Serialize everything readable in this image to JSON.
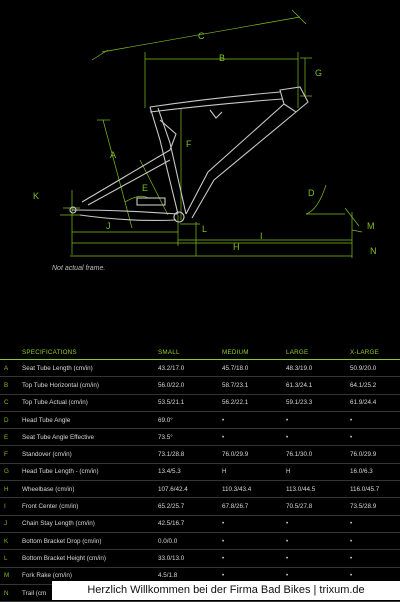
{
  "diagram": {
    "labels": {
      "a": "A",
      "b": "B",
      "c": "C",
      "d": "D",
      "e": "E",
      "f": "F",
      "g": "G",
      "h": "H",
      "i": "I",
      "j": "J",
      "k": "K",
      "l": "L",
      "m": "M",
      "n": "N"
    },
    "note": "Not actual frame.",
    "accent_color": "#7ec01f",
    "frame_color": "#c8c8c8"
  },
  "table": {
    "headers": [
      "SPECIFICATIONS",
      "SMALL",
      "MEDIUM",
      "LARGE",
      "X-LARGE"
    ],
    "rows": [
      {
        "key": "A",
        "name": "Seat Tube Length (cm/in)",
        "values": [
          "43.2/17.0",
          "45.7/18.0",
          "48.3/19.0",
          "50.9/20.0"
        ]
      },
      {
        "key": "B",
        "name": "Top Tube Horizontal (cm/in)",
        "values": [
          "56.0/22.0",
          "58.7/23.1",
          "61.3/24.1",
          "64.1/25.2"
        ]
      },
      {
        "key": "C",
        "name": "Top Tube Actual (cm/in)",
        "values": [
          "53.5/21.1",
          "56.2/22.1",
          "59.1/23.3",
          "61.9/24.4"
        ]
      },
      {
        "key": "D",
        "name": "Head Tube Angle",
        "values": [
          "69.0°",
          "•",
          "•",
          "•"
        ]
      },
      {
        "key": "E",
        "name": "Seat Tube Angle Effective",
        "values": [
          "73.5°",
          "•",
          "•",
          "•"
        ]
      },
      {
        "key": "F",
        "name": "Standover (cm/in)",
        "values": [
          "73.1/28.8",
          "76.0/29.9",
          "76.1/30.0",
          "76.0/29.9"
        ]
      },
      {
        "key": "G",
        "name": "Head Tube Length - (cm/in)",
        "values": [
          "13.4/5.3",
          "H",
          "H",
          "16.0/6.3"
        ]
      },
      {
        "key": "H",
        "name": "Wheelbase (cm/in)",
        "values": [
          "107.6/42.4",
          "110.3/43.4",
          "113.0/44.5",
          "116.0/45.7"
        ]
      },
      {
        "key": "I",
        "name": "Front Center (cm/in)",
        "values": [
          "65.2/25.7",
          "67.8/26.7",
          "70.5/27.8",
          "73.5/28.9"
        ]
      },
      {
        "key": "J",
        "name": "Chain Stay Length (cm/in)",
        "values": [
          "42.5/16.7",
          "•",
          "•",
          "•"
        ]
      },
      {
        "key": "K",
        "name": "Bottom Bracket Drop (cm/in)",
        "values": [
          "0.0/0.0",
          "•",
          "•",
          "•"
        ]
      },
      {
        "key": "L",
        "name": "Bottom Bracket Height (cm/in)",
        "values": [
          "33.0/13.0",
          "•",
          "•",
          "•"
        ]
      },
      {
        "key": "M",
        "name": "Fork Rake (cm/in)",
        "values": [
          "4.5/1.8",
          "•",
          "•",
          "•"
        ]
      },
      {
        "key": "N",
        "name": "Trail (cm",
        "values": [
          "",
          "",
          "",
          ""
        ]
      }
    ]
  },
  "footer": {
    "text": "Herzlich Willkommen bei der Firma Bad Bikes | trixum.de"
  }
}
